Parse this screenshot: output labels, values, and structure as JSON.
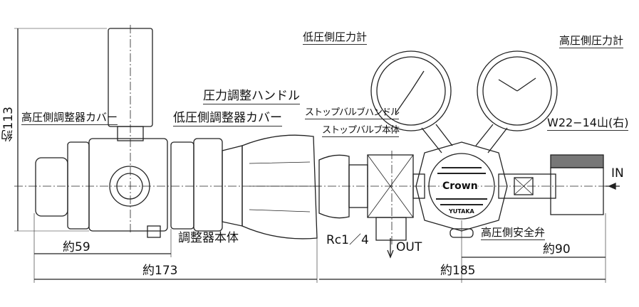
{
  "left_view": {
    "labels": {
      "high_cover": "高圧側調整器カバー",
      "handle": "圧力調整ハンドル",
      "low_cover": "低圧側調整器カバー",
      "body": "調整器本体"
    },
    "dimensions": {
      "height": "約113",
      "partial": "約59",
      "total": "約173"
    }
  },
  "right_view": {
    "labels": {
      "low_gauge": "低圧側圧力計",
      "high_gauge": "高圧側圧力計",
      "stop_handle": "ストップバルブハンドル",
      "stop_body": "ストップバルブ本体",
      "thread": "W22−14山(右)",
      "inlet": "IN",
      "outlet_thread": "Rc1／4",
      "outlet": "OUT",
      "relief": "高圧側安全弁"
    },
    "dimensions": {
      "partial": "約90",
      "total": "約185"
    },
    "brand": "Crown",
    "maker": "YUTAKA"
  }
}
